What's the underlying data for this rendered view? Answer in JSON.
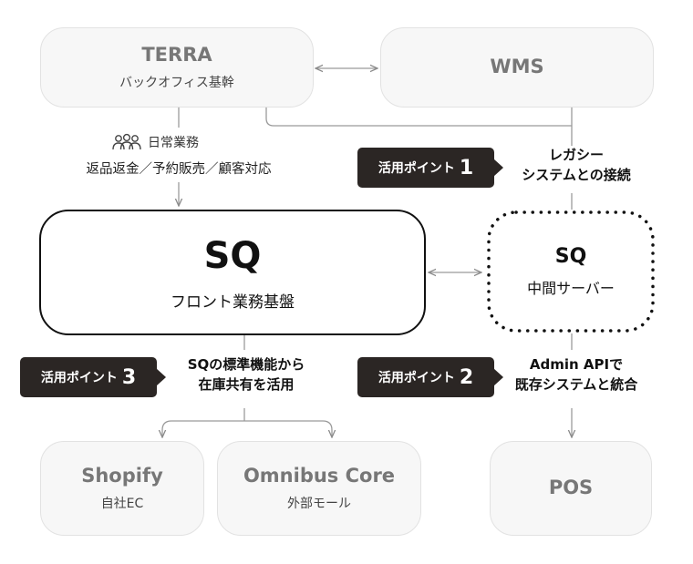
{
  "nodes": {
    "terra": {
      "title": "TERRA",
      "subtitle": "バックオフィス基幹"
    },
    "wms": {
      "title": "WMS"
    },
    "sq": {
      "title": "SQ",
      "subtitle": "フロント業務基盤"
    },
    "sq_middle": {
      "title": "SQ",
      "subtitle": "中間サーバー"
    },
    "shopify": {
      "title": "Shopify",
      "subtitle": "自社EC"
    },
    "omnibus": {
      "title": "Omnibus Core",
      "subtitle": "外部モール"
    },
    "pos": {
      "title": "POS"
    }
  },
  "daily_ops": {
    "icon": "people-icon",
    "label": "日常業務",
    "detail": "返品返金／予約販売／顧客対応"
  },
  "points": [
    {
      "label": "活用ポイント",
      "number": "1",
      "desc_line1": "レガシー",
      "desc_line2": "システムとの接続"
    },
    {
      "label": "活用ポイント",
      "number": "2",
      "desc_line1": "Admin APIで",
      "desc_line2": "既存システムと統合"
    },
    {
      "label": "活用ポイント",
      "number": "3",
      "desc_line1": "SQの標準機能から",
      "desc_line2": "在庫共有を活用"
    }
  ],
  "colors": {
    "tag_bg": "#2b2624",
    "line": "#9a9a9a",
    "box_bg": "#f7f7f7",
    "box_border": "#e2e2e2"
  }
}
